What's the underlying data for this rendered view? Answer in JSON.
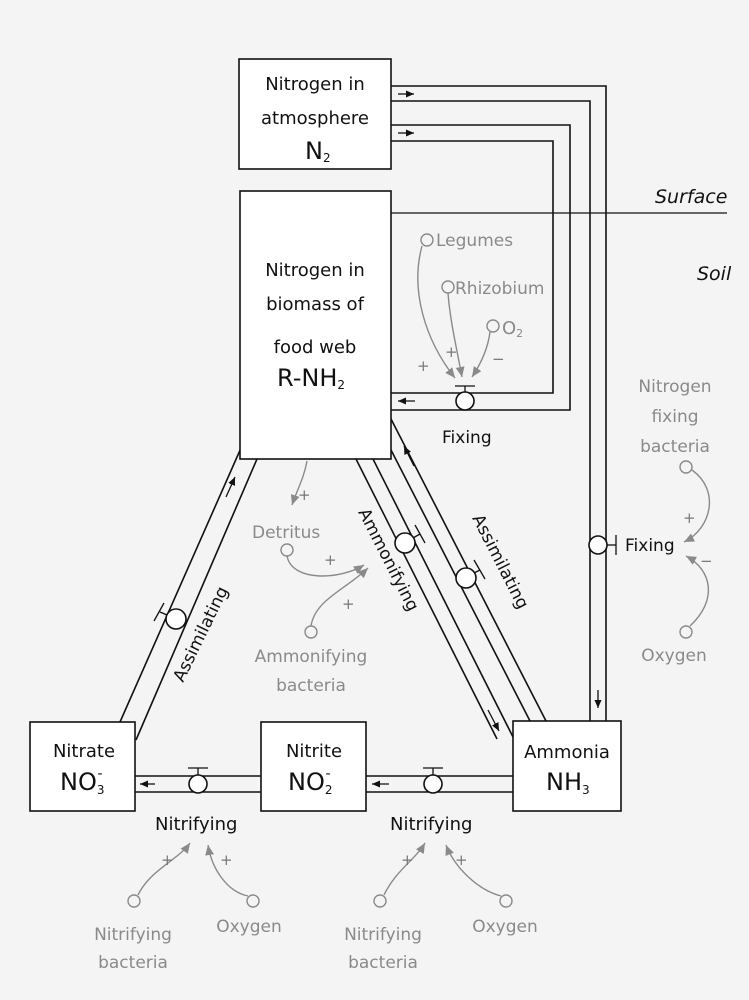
{
  "stocks": {
    "atmosphere": {
      "line1": "Nitrogen in",
      "line2": "atmosphere",
      "formula": "N",
      "sub": "2"
    },
    "biomass": {
      "line1": "Nitrogen in",
      "line2": "biomass of",
      "line3": "food web",
      "formula": "R-NH",
      "sub": "2"
    },
    "nitrate": {
      "name": "Nitrate",
      "formula": "NO",
      "sub": "3",
      "sup": "-"
    },
    "nitrite": {
      "name": "Nitrite",
      "formula": "NO",
      "sub": "2",
      "sup": "-"
    },
    "ammonia": {
      "name": "Ammonia",
      "formula": "NH",
      "sub": "3"
    }
  },
  "layers": {
    "surface": "Surface",
    "soil": "Soil"
  },
  "flows": {
    "fixing_biomass": "Fixing",
    "fixing_bacteria": "Fixing",
    "assimilating_nitrate": "Assimilating",
    "assimilating_ammonia": "Assimilating",
    "ammonifying": "Ammonifying",
    "nitrifying_left": "Nitrifying",
    "nitrifying_right": "Nitrifying"
  },
  "influences": {
    "legumes": "Legumes",
    "rhizobium": "Rhizobium",
    "o2": {
      "text": "O",
      "sub": "2"
    },
    "nfix_line1": "Nitrogen",
    "nfix_line2": "fixing",
    "nfix_line3": "bacteria",
    "oxygen_right": "Oxygen",
    "detritus": "Detritus",
    "ammon_bact_line1": "Ammonifying",
    "ammon_bact_line2": "bacteria",
    "nitr_bact_line1": "Nitrifying",
    "nitr_bact_line2": "bacteria",
    "oxygen": "Oxygen"
  },
  "signs": {
    "plus": "+",
    "minus": "−"
  }
}
